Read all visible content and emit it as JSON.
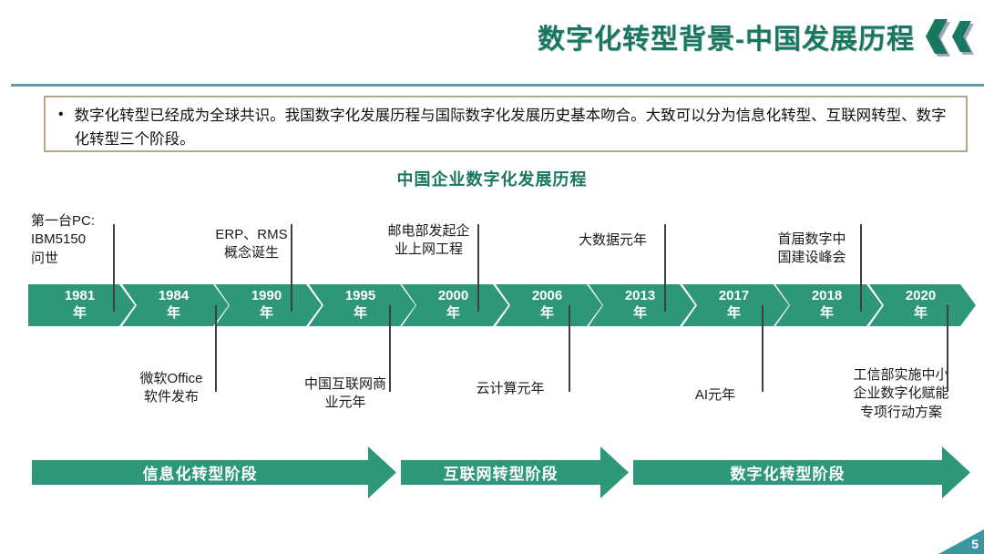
{
  "slide": {
    "title": "数字化转型背景-中国发展历程",
    "page_number": "5",
    "colors": {
      "accent_green": "#2E9679",
      "title_green": "#17775F",
      "divider_teal": "#639AA8",
      "page_triangle_teal": "#3B96A1",
      "summary_border_tan": "#B5A685"
    }
  },
  "summary": {
    "bullet": "•",
    "text": "数字化转型已经成为全球共识。我国数字化发展历程与国际数字化发展历史基本吻合。大致可以分为信息化转型、互联网转型、数字化转型三个阶段。"
  },
  "diagram": {
    "title": "中国企业数字化发展历程",
    "timeline": {
      "year_suffix": "年",
      "items": [
        {
          "year": "1981"
        },
        {
          "year": "1984"
        },
        {
          "year": "1990"
        },
        {
          "year": "1995"
        },
        {
          "year": "2000"
        },
        {
          "year": "2006"
        },
        {
          "year": "2013"
        },
        {
          "year": "2017"
        },
        {
          "year": "2018"
        },
        {
          "year": "2020"
        }
      ]
    },
    "annotations_top": [
      {
        "year": "1981",
        "text": "第一台PC:\nIBM5150\n问世"
      },
      {
        "year": "1990",
        "text": "ERP、RMS\n概念诞生"
      },
      {
        "year": "2000",
        "text": "邮电部发起企\n业上网工程"
      },
      {
        "year": "2013",
        "text": "大数据元年"
      },
      {
        "year": "2018",
        "text": "首届数字中\n国建设峰会"
      }
    ],
    "annotations_bottom": [
      {
        "year": "1984",
        "text": "微软Office\n软件发布"
      },
      {
        "year": "1995",
        "text": "中国互联网商\n业元年"
      },
      {
        "year": "2006",
        "text": "云计算元年"
      },
      {
        "year": "2017",
        "text": "AI元年"
      },
      {
        "year": "2020",
        "text": "工信部实施中小\n企业数字化赋能\n专项行动方案"
      }
    ],
    "stages": [
      {
        "label": "信息化转型阶段"
      },
      {
        "label": "互联网转型阶段"
      },
      {
        "label": "数字化转型阶段"
      }
    ]
  }
}
